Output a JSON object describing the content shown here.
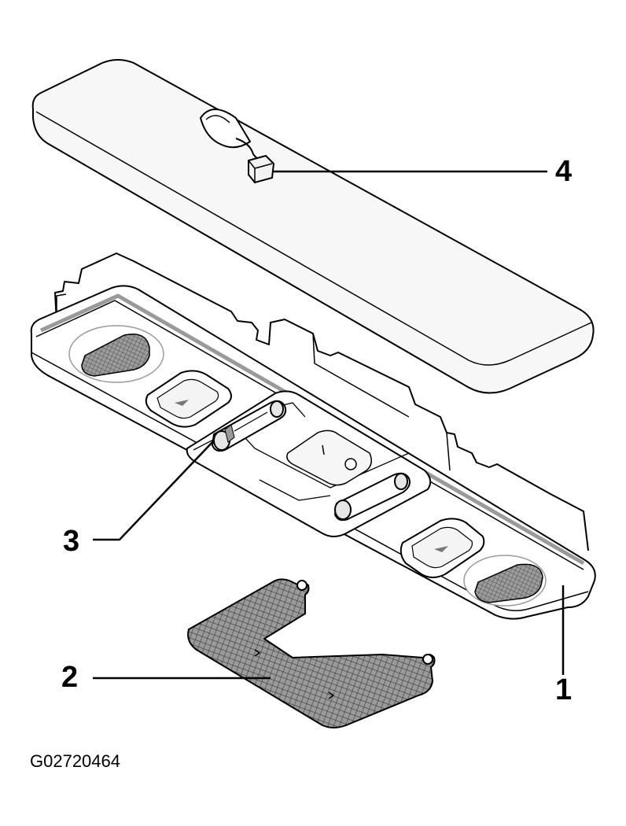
{
  "diagram": {
    "callouts": {
      "c1": "1",
      "c2": "2",
      "c3": "3",
      "c4": "4"
    },
    "figure_code": "G02720464"
  },
  "colors": {
    "line": "#000000",
    "lens_fill": "#f2f2f2",
    "lens_edge": "#bdbdbd",
    "grille": "#8a8a8a",
    "background": "#ffffff"
  }
}
